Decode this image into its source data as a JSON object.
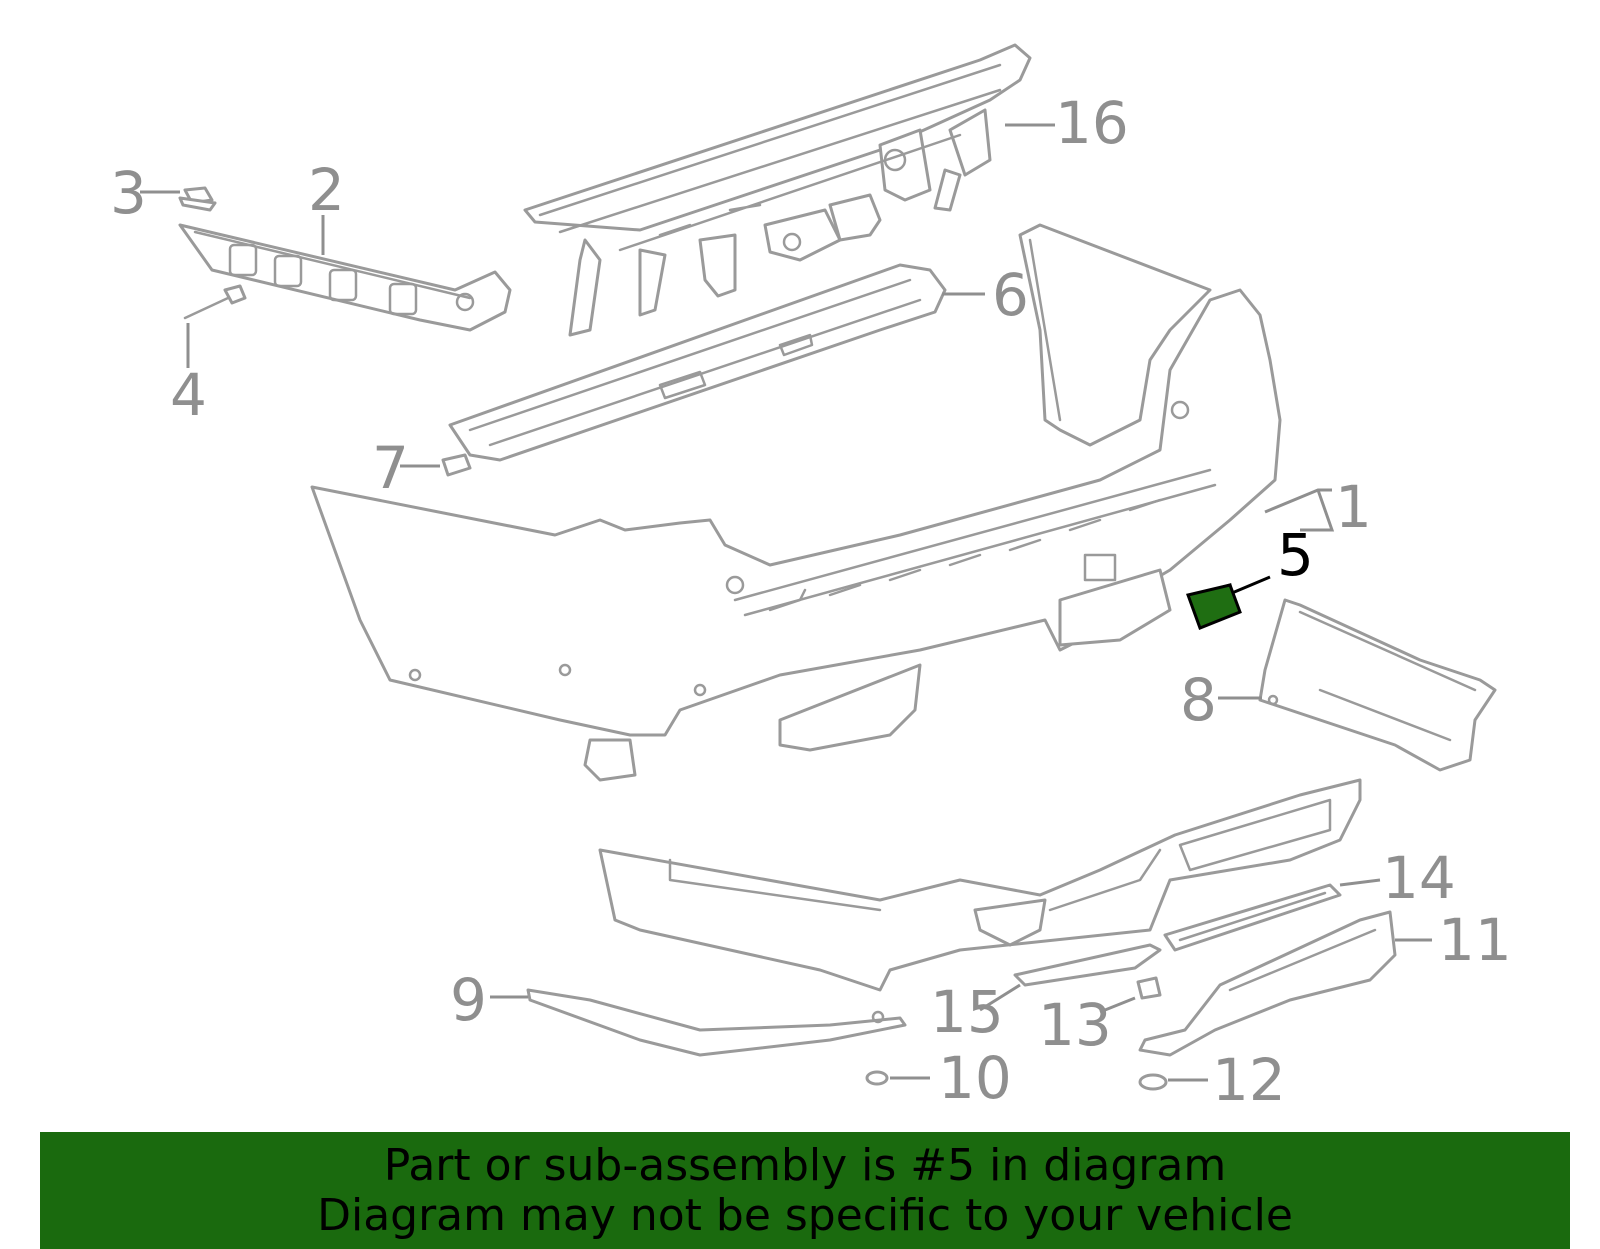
{
  "diagram": {
    "highlight_color": "#1f6e12",
    "parts": [
      {
        "id": "part-16",
        "label": "16"
      },
      {
        "id": "part-3",
        "label": "3"
      },
      {
        "id": "part-2",
        "label": "2"
      },
      {
        "id": "part-4",
        "label": "4"
      },
      {
        "id": "part-6",
        "label": "6"
      },
      {
        "id": "part-7",
        "label": "7"
      },
      {
        "id": "part-1",
        "label": "1"
      },
      {
        "id": "part-5",
        "label": "5",
        "highlighted": true
      },
      {
        "id": "part-8",
        "label": "8"
      },
      {
        "id": "part-14",
        "label": "14"
      },
      {
        "id": "part-11",
        "label": "11"
      },
      {
        "id": "part-9",
        "label": "9"
      },
      {
        "id": "part-15",
        "label": "15"
      },
      {
        "id": "part-13",
        "label": "13"
      },
      {
        "id": "part-10",
        "label": "10"
      },
      {
        "id": "part-12",
        "label": "12"
      }
    ]
  },
  "banner": {
    "line1": "Part or sub-assembly is #5 in diagram",
    "line2": "Diagram may not be specific to your vehicle",
    "background": "#1a6a0e"
  }
}
